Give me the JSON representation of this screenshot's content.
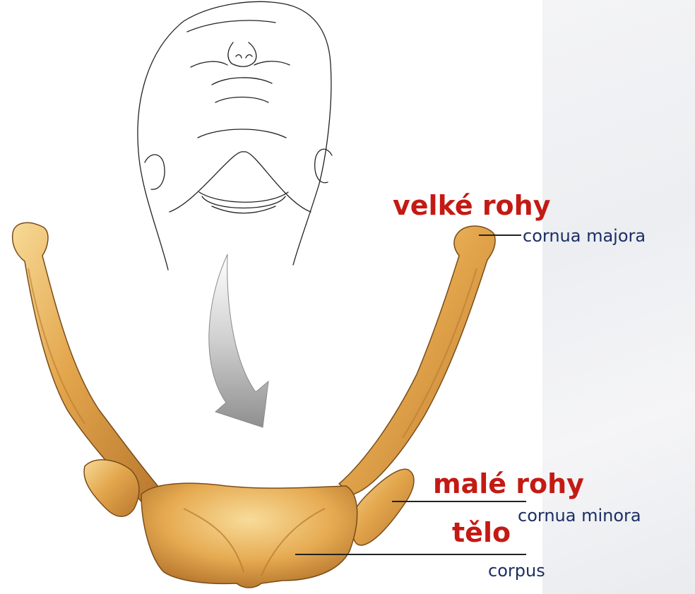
{
  "colors": {
    "bone": "#e0a44a",
    "bone_light": "#f6d68e",
    "bone_dark": "#9a6424",
    "czech_label": "#c41a14",
    "latin_label": "#1b2f66",
    "arrow": "#9b9b9b"
  },
  "labels": {
    "greater_horns": {
      "czech": "velké rohy",
      "latin": "cornua majora"
    },
    "lesser_horns": {
      "czech": "malé rohy",
      "latin": "cornua minora"
    },
    "body": {
      "czech": "tělo",
      "latin": "corpus"
    }
  }
}
